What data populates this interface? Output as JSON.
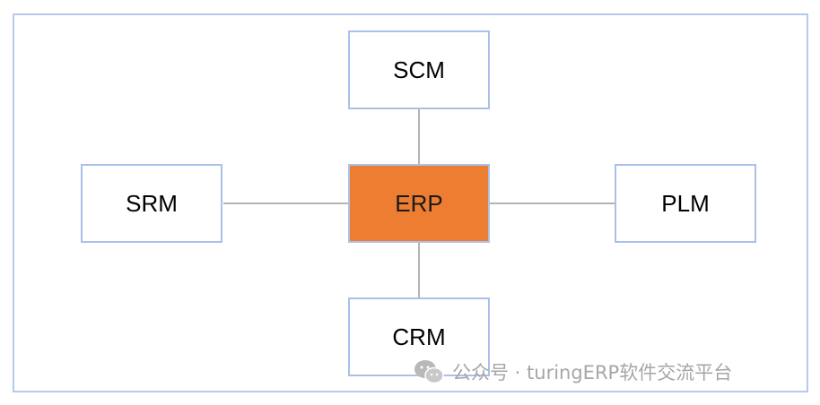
{
  "diagram": {
    "nodes": {
      "top": "SCM",
      "left": "SRM",
      "center": "ERP",
      "right": "PLM",
      "bottom": "CRM"
    },
    "center_color": "#ed7d31",
    "border_color": "#a9c1ea",
    "connector_color": "#b3b3b3"
  },
  "watermark": {
    "icon": "wechat-icon",
    "text": "公众号 · turingERP软件交流平台"
  }
}
